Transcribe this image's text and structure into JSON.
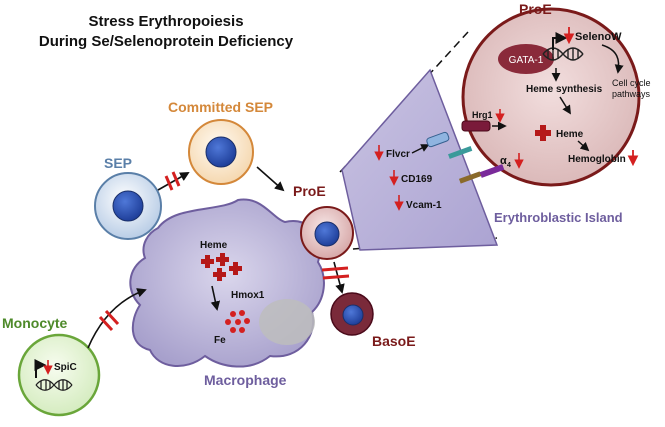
{
  "title": {
    "line1": "Stress Erythropoiesis",
    "line2": "During Se/Selenoprotein Deficiency"
  },
  "cells": {
    "sep": "SEP",
    "committed_sep": "Committed SEP",
    "proe": "ProE",
    "baso": "BasoE",
    "monocyte": "Monocyte",
    "macrophage": "Macrophage"
  },
  "macrophage_labels": {
    "heme": "Heme",
    "hmox1": "Hmox1",
    "fe": "Fe"
  },
  "monocyte_labels": {
    "spic": "SpiC"
  },
  "island": {
    "title": "Erythroblastic Island",
    "flvcr": "Flvcr",
    "cd169": "CD169",
    "vcam1": "Vcam-1",
    "alpha4": "α",
    "alpha4_sub": "4"
  },
  "inset": {
    "title": "ProE",
    "gata1": "GATA-1",
    "selenow": "SelenoW",
    "cell_cycle_1": "Cell cycle",
    "cell_cycle_2": "pathways",
    "heme_synthesis": "Heme synthesis",
    "hrg1": "Hrg1",
    "heme": "Heme",
    "hemoglobin": "Hemoglobin"
  },
  "colors": {
    "sep_label": "#5a7fa8",
    "committed_label": "#d4883a",
    "proe_label": "#7a1a1a",
    "monocyte_label": "#4e8a2a",
    "macrophage_label": "#6e5e9e",
    "inhibit": "#d42020",
    "down_arrow": "#d42020"
  }
}
